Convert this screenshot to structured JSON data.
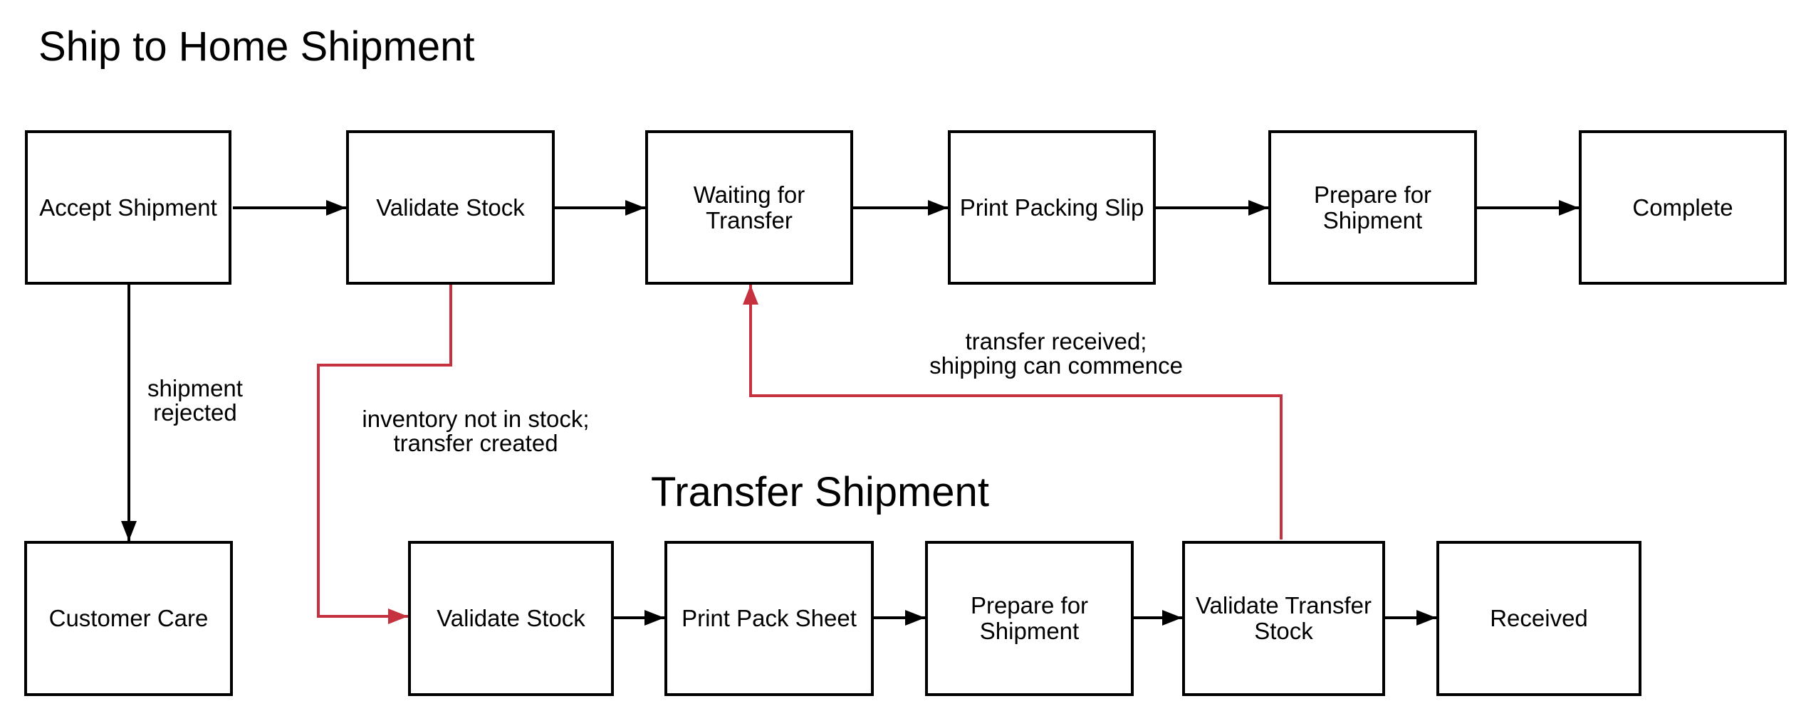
{
  "titles": {
    "main": "Ship to Home Shipment",
    "secondary": "Transfer Shipment"
  },
  "colors": {
    "background": "#ffffff",
    "box_fill": "#ffffff",
    "box_border": "#000000",
    "text": "#000000",
    "edge_black": "#000000",
    "edge_red": "#C5313E"
  },
  "ship_to_home_flow": {
    "title": "Ship to Home Shipment",
    "nodes": [
      {
        "label": "Accept Shipment"
      },
      {
        "label": "Validate Stock"
      },
      {
        "label": "Waiting for\nTransfer"
      },
      {
        "label": "Print Packing Slip"
      },
      {
        "label": "Prepare for\nShipment"
      },
      {
        "label": "Complete"
      }
    ],
    "exception_node": {
      "label": "Customer Care"
    }
  },
  "transfer_flow": {
    "title": "Transfer Shipment",
    "nodes": [
      {
        "label": "Validate Stock"
      },
      {
        "label": "Print Pack Sheet"
      },
      {
        "label": "Prepare for\nShipment"
      },
      {
        "label": "Validate Transfer\nStock"
      },
      {
        "label": "Received"
      }
    ]
  },
  "edges": [
    {
      "from": "Accept Shipment",
      "to": "Validate Stock",
      "color": "black",
      "label": ""
    },
    {
      "from": "Validate Stock",
      "to": "Waiting for Transfer",
      "color": "black",
      "label": ""
    },
    {
      "from": "Waiting for Transfer",
      "to": "Print Packing Slip",
      "color": "black",
      "label": ""
    },
    {
      "from": "Print Packing Slip",
      "to": "Prepare for Shipment",
      "color": "black",
      "label": ""
    },
    {
      "from": "Prepare for Shipment",
      "to": "Complete",
      "color": "black",
      "label": ""
    },
    {
      "from": "Accept Shipment",
      "to": "Customer Care",
      "color": "black",
      "label": "shipment\nrejected"
    },
    {
      "from": "Validate Stock (ship to home)",
      "to": "Validate Stock (transfer)",
      "color": "red",
      "label": "inventory not in stock;\ntransfer created"
    },
    {
      "from": "Validate Stock (transfer)",
      "to": "Print Pack Sheet",
      "color": "black",
      "label": ""
    },
    {
      "from": "Print Pack Sheet",
      "to": "Prepare for Shipment (transfer)",
      "color": "black",
      "label": ""
    },
    {
      "from": "Prepare for Shipment (transfer)",
      "to": "Validate Transfer Stock",
      "color": "black",
      "label": ""
    },
    {
      "from": "Validate Transfer Stock",
      "to": "Received",
      "color": "black",
      "label": ""
    },
    {
      "from": "Validate Transfer Stock",
      "to": "Waiting for Transfer",
      "color": "red",
      "label": "transfer received;\nshipping can commence"
    }
  ]
}
